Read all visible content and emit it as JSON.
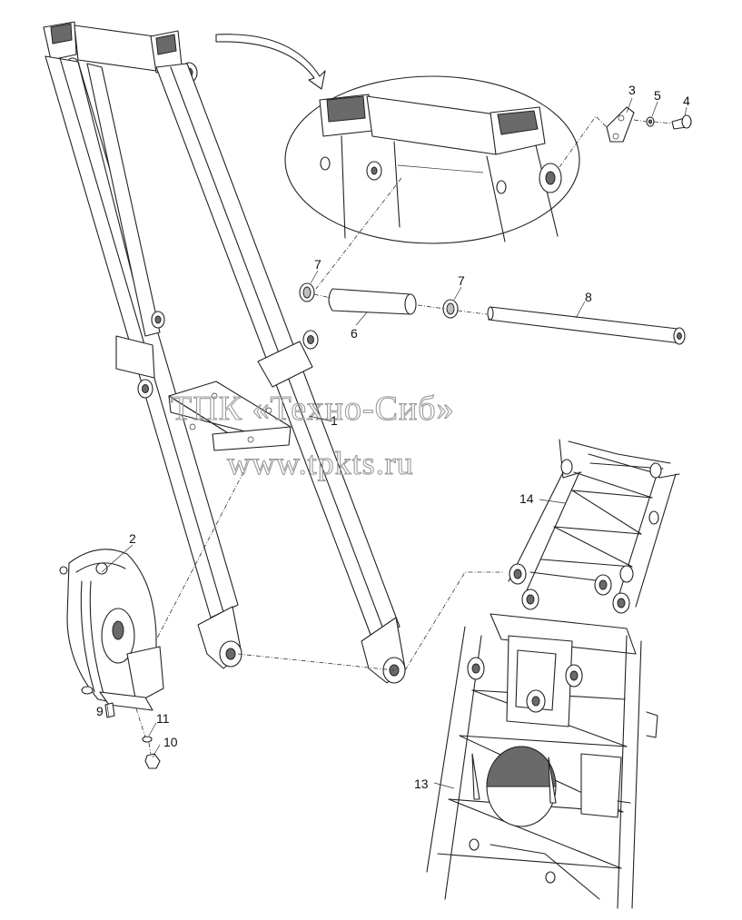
{
  "watermark": {
    "line1": "ТПК «Техно-Сиб»",
    "line2": "www.tpkts.ru"
  },
  "callouts": [
    {
      "id": "c1",
      "text": "1"
    },
    {
      "id": "c2",
      "text": "2"
    },
    {
      "id": "c3",
      "text": "3"
    },
    {
      "id": "c4",
      "text": "4"
    },
    {
      "id": "c5",
      "text": "5"
    },
    {
      "id": "c6",
      "text": "6"
    },
    {
      "id": "c7a",
      "text": "7"
    },
    {
      "id": "c7b",
      "text": "7"
    },
    {
      "id": "c8",
      "text": "8"
    },
    {
      "id": "c9",
      "text": "9"
    },
    {
      "id": "c10",
      "text": "10"
    },
    {
      "id": "c11",
      "text": "11"
    },
    {
      "id": "c13",
      "text": "13"
    },
    {
      "id": "c14",
      "text": "14"
    }
  ]
}
